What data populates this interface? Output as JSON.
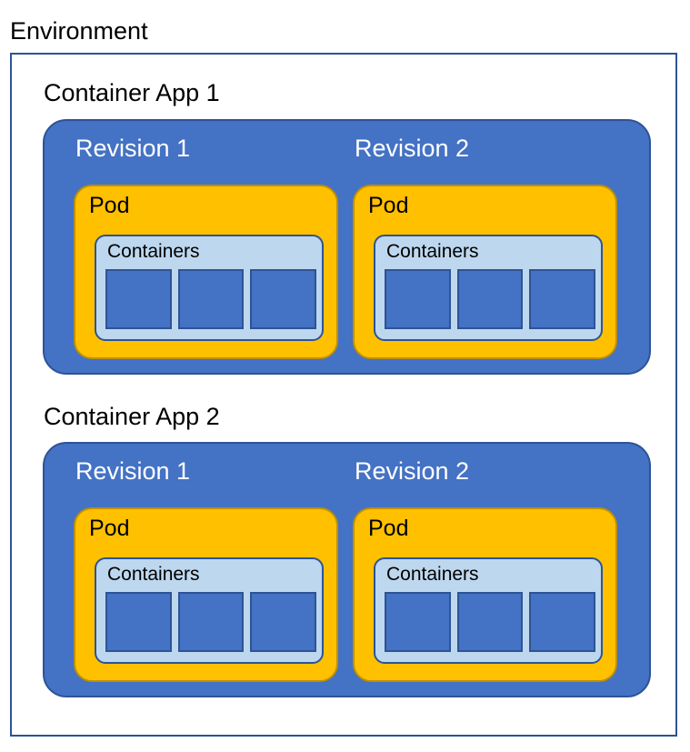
{
  "diagram": {
    "title": "Environment",
    "environment_border_color": "#2E5395",
    "revision_color": "#4472C4",
    "pod_color": "#FFC000",
    "containers_color": "#BDD7EE",
    "container_square_color": "#4472C4",
    "apps": [
      {
        "label": "Container App 1",
        "revisions": [
          {
            "label": "Revision 1",
            "pod": {
              "label": "Pod",
              "containers": {
                "label": "Containers",
                "count": 3,
                "items": [
                  "container-1",
                  "container-2",
                  "container-3"
                ]
              }
            }
          },
          {
            "label": "Revision 2",
            "pod": {
              "label": "Pod",
              "containers": {
                "label": "Containers",
                "count": 3,
                "items": [
                  "container-1",
                  "container-2",
                  "container-3"
                ]
              }
            }
          }
        ]
      },
      {
        "label": "Container App 2",
        "revisions": [
          {
            "label": "Revision 1",
            "pod": {
              "label": "Pod",
              "containers": {
                "label": "Containers",
                "count": 3,
                "items": [
                  "container-1",
                  "container-2",
                  "container-3"
                ]
              }
            }
          },
          {
            "label": "Revision 2",
            "pod": {
              "label": "Pod",
              "containers": {
                "label": "Containers",
                "count": 3,
                "items": [
                  "container-1",
                  "container-2",
                  "container-3"
                ]
              }
            }
          }
        ]
      }
    ]
  }
}
